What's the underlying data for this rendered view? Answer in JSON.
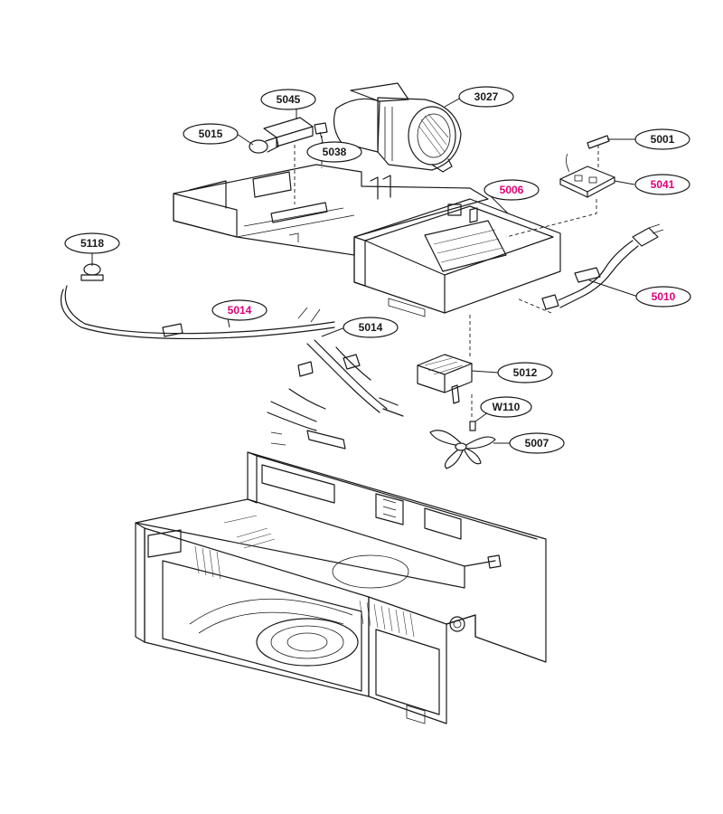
{
  "colors": {
    "line": "#1a1a1a",
    "highlight": "#e0007a",
    "normal": "#1a1a1a"
  },
  "callouts": [
    {
      "id": "3027",
      "label": "3027",
      "highlight": false
    },
    {
      "id": "5045",
      "label": "5045",
      "highlight": false
    },
    {
      "id": "5015",
      "label": "5015",
      "highlight": false
    },
    {
      "id": "5038",
      "label": "5038",
      "highlight": false
    },
    {
      "id": "5001",
      "label": "5001",
      "highlight": false
    },
    {
      "id": "5006",
      "label": "5006",
      "highlight": true
    },
    {
      "id": "5041",
      "label": "5041",
      "highlight": true
    },
    {
      "id": "5118",
      "label": "5118",
      "highlight": false
    },
    {
      "id": "5010",
      "label": "5010",
      "highlight": true
    },
    {
      "id": "5014a",
      "label": "5014",
      "highlight": true
    },
    {
      "id": "5014b",
      "label": "5014",
      "highlight": false
    },
    {
      "id": "5012",
      "label": "5012",
      "highlight": false
    },
    {
      "id": "W110",
      "label": "W110",
      "highlight": false
    },
    {
      "id": "5007",
      "label": "5007",
      "highlight": false
    }
  ]
}
